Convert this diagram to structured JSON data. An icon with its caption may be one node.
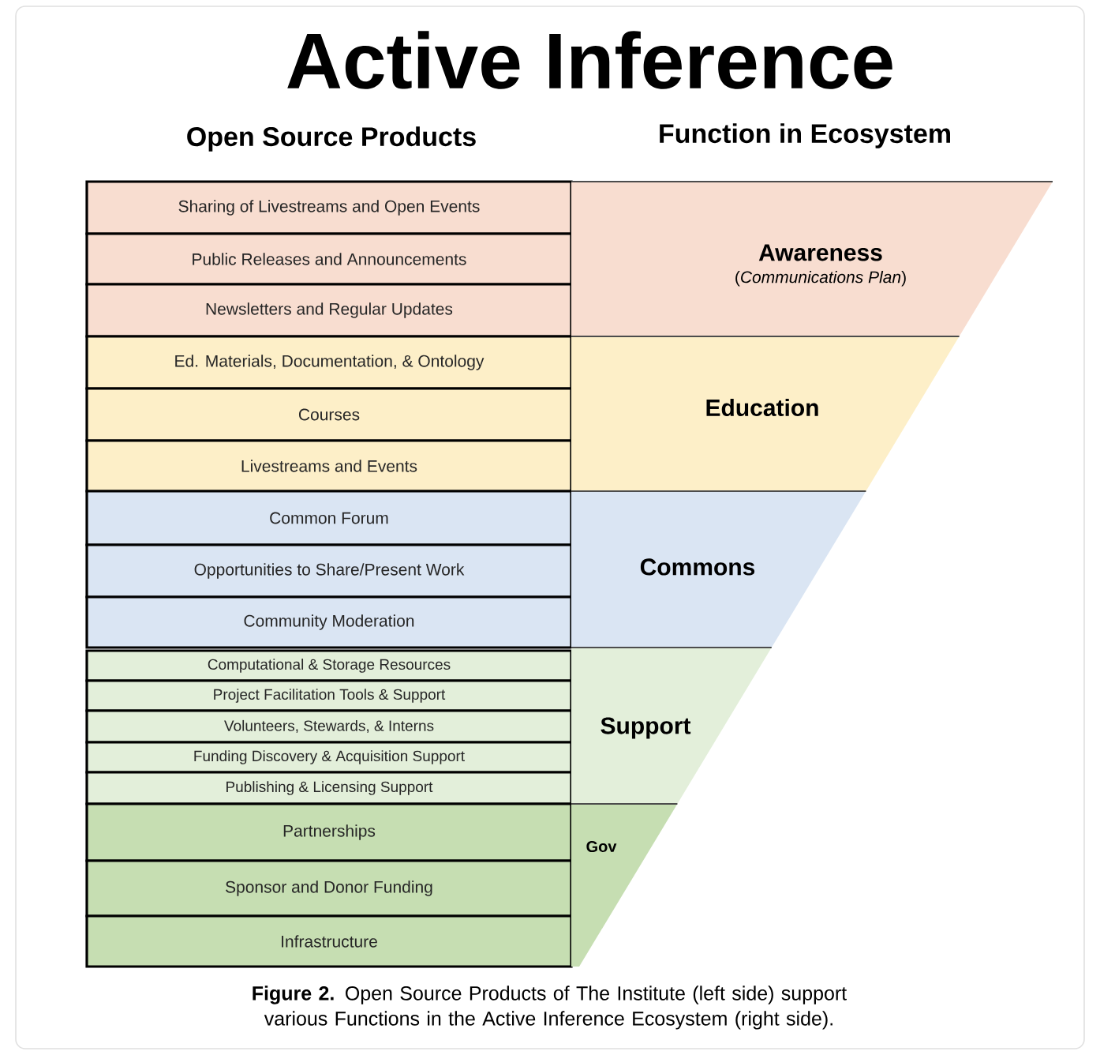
{
  "diagram": {
    "title": "Active Inference",
    "caption": "**Figure 2.** Open Source Products of The Institute (left side) support various Functions in the Active Inference Ecosystem (right side).",
    "nodes": [
      {
        "text": [
          "Sharing of Livestreams and Open Events"
        ]
      },
      {
        "text": [
          "Public Releases and Announcements"
        ]
      },
      {
        "text": [
          "Newsletters and Regular Updates"
        ]
      },
      {
        "text": [
          "Ed. Materials, Documentation, & Ontology"
        ]
      },
      {
        "text": [
          "Courses"
        ]
      },
      {
        "text": [
          "Livestreams and Events"
        ]
      },
      {
        "text": [
          "Common Forum"
        ]
      },
      {
        "text": [
          "Opportunities to Share/Present Work"
        ]
      },
      {
        "text": [
          "Community Moderation"
        ]
      },
      {
        "text": [
          "Computational & Storage Resources"
        ]
      },
      {
        "text": [
          "Project Facilitation Tools & Support"
        ]
      },
      {
        "text": [
          "Volunteers, Stewards, & Interns"
        ]
      },
      {
        "text": [
          "Funding Discovery & Acquisition Support"
        ]
      },
      {
        "text": [
          "Publishing & Licensing Support"
        ]
      },
      {
        "text": [
          "Partnerships"
        ]
      },
      {
        "text": [
          "Sponsor and Donor Funding"
        ]
      },
      {
        "text": [
          "Infrastructure"
        ]
      },
      {
        "text": [
          "Awareness",
          "(*Communications Plan*)"
        ]
      },
      {
        "text": [
          "Education"
        ]
      },
      {
        "text": [
          "Commons"
        ]
      },
      {
        "text": [
          "Support"
        ]
      },
      {
        "text": [
          "Gov"
        ]
      }
    ],
    "labels": [
      "Open Source Products",
      "Function in Ecosystem"
    ]
  }
}
